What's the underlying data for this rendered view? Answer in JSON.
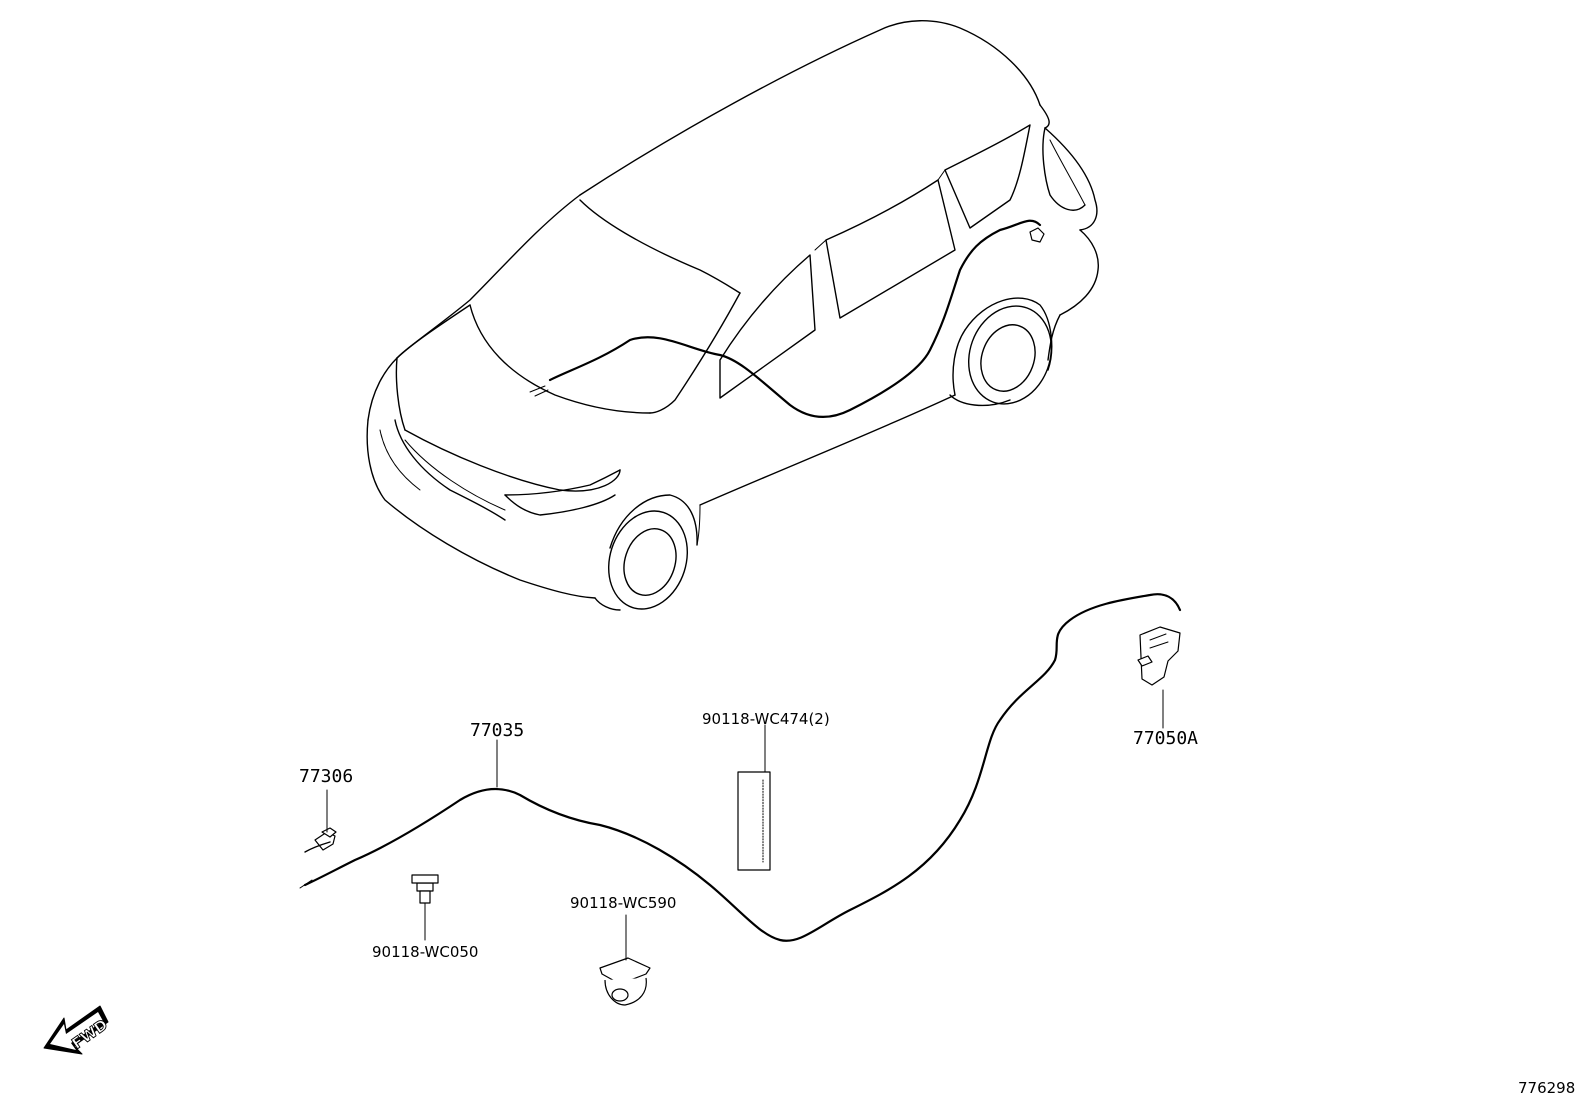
{
  "parts": {
    "p77035": "77035",
    "p77306": "77306",
    "p90118_wc474": "90118-WC474(2)",
    "p77050a": "77050A",
    "p90118_wc050": "90118-WC050",
    "p90118_wc590": "90118-WC590"
  },
  "fwd_label": "FWD",
  "diagram_code": "776298"
}
